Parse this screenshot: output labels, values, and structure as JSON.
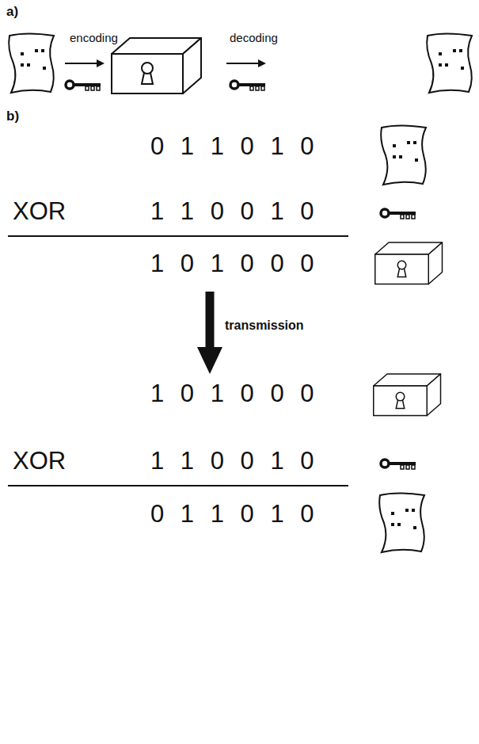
{
  "diagram": {
    "labels": [
      "a)",
      "encoding",
      "decoding",
      "b)",
      "0 1 1 0 1 0",
      "XOR",
      "1 1 0 0 1 0",
      "1 0 1 0 0 0",
      "transmission",
      "1 0 1 0 0 0",
      "XOR",
      "1 1 0 0 1 0",
      "0 1 1 0 1 0"
    ]
  }
}
